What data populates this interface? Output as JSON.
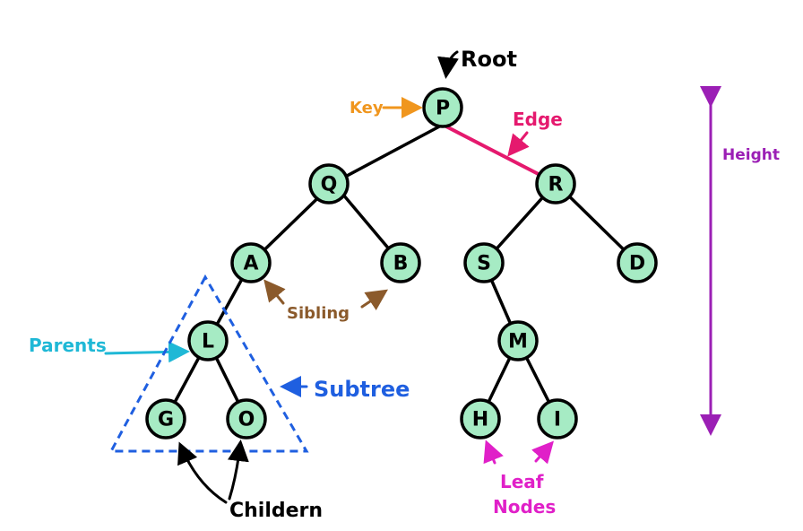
{
  "nodes": {
    "P": "P",
    "Q": "Q",
    "R": "R",
    "A": "A",
    "B": "B",
    "S": "S",
    "D": "D",
    "L": "L",
    "M": "M",
    "G": "G",
    "O": "O",
    "H": "H",
    "I": "I"
  },
  "labels": {
    "root": "Root",
    "key": "Key",
    "edge": "Edge",
    "height": "Height",
    "sibling": "Sibling",
    "parents": "Parents",
    "subtree": "Subtree",
    "children": "Childern",
    "leaf_line1": "Leaf",
    "leaf_line2": "Nodes"
  },
  "colors": {
    "node_fill": "#a6ebc4",
    "root_label": "#000000",
    "key_label": "#f0961e",
    "edge_label": "#e5196e",
    "height_label": "#9b1fb5",
    "sibling_label": "#8b5a2b",
    "parents_label": "#1fb8d6",
    "subtree_label": "#1f5fe0",
    "children_label": "#000000",
    "leaf_label": "#e020c8"
  }
}
